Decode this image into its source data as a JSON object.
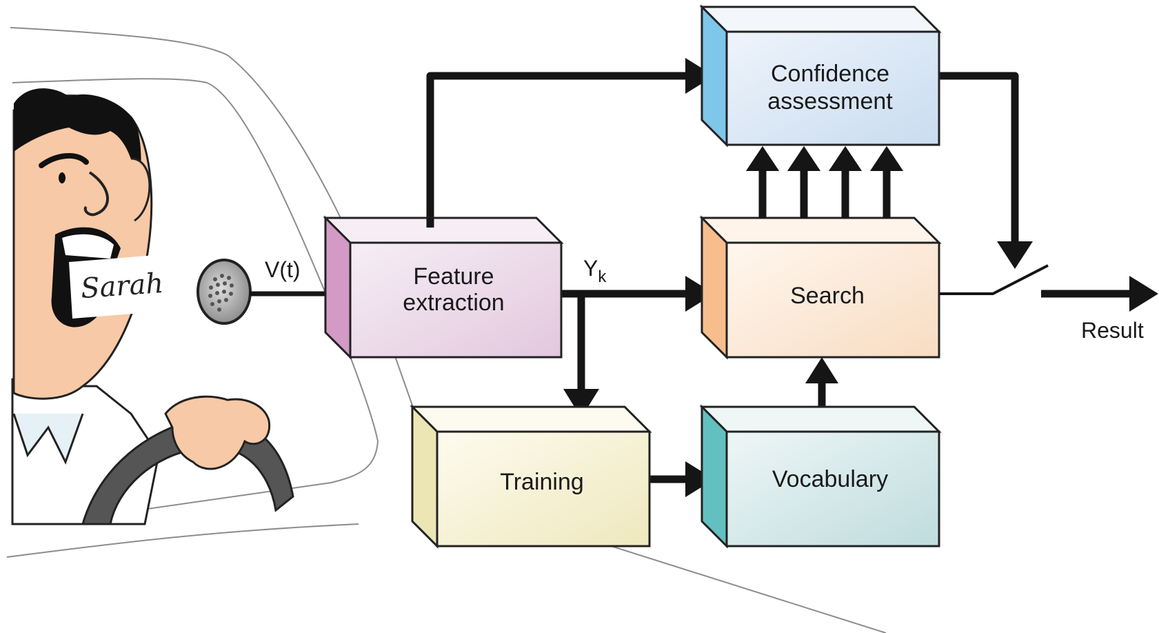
{
  "speech_bubble_text": "Sarah",
  "signal_label": "V(t)",
  "feature_vector_label": {
    "base": "Y",
    "subscript": "k"
  },
  "result_label": "Result",
  "boxes": {
    "confidence": {
      "line1": "Confidence",
      "line2": "assessment",
      "color": "#dce8f5",
      "side_color": "#7ec6ea"
    },
    "feature": {
      "line1": "Feature",
      "line2": "extraction",
      "color": "#ecdbe9",
      "side_color": "#d39ac6"
    },
    "search": {
      "label": "Search",
      "color": "#fbeadb",
      "side_color": "#f7bd8c"
    },
    "training": {
      "label": "Training",
      "color": "#f8f4d9",
      "side_color": "#ece6b5"
    },
    "vocabulary": {
      "label": "Vocabulary",
      "color": "#d9e9ea",
      "side_color": "#63c0c0"
    }
  }
}
